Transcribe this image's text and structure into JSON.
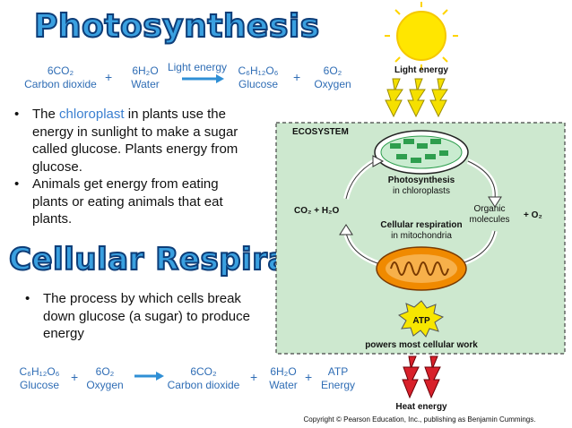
{
  "titles": {
    "photosynthesis": "Photosynthesis",
    "cellular_respiration": "Cellular Respiration"
  },
  "photo_equation": {
    "items": [
      {
        "formula": "6CO₂",
        "name": "Carbon dioxide"
      },
      {
        "formula": "6H₂O",
        "name": "Water"
      },
      {
        "formula": "C₆H₁₂O₆",
        "name": "Glucose"
      },
      {
        "formula": "6O₂",
        "name": "Oxygen"
      }
    ],
    "arrow_label": "Light energy",
    "plus": "+"
  },
  "photo_bullets": {
    "b1_pre": "The ",
    "b1_hl": "chloroplast",
    "b1_post": " in plants use the energy in sunlight to make a sugar called glucose. Plants energy from glucose.",
    "b2": "Animals get energy  from eating plants or eating animals that eat plants.",
    "bullet": "•"
  },
  "resp_bullets": {
    "b1": "The process by which cells break down glucose (a sugar) to produce energy"
  },
  "resp_equation": {
    "items": [
      {
        "formula": "C₆H₁₂O₆",
        "name": "Glucose"
      },
      {
        "formula": "6O₂",
        "name": "Oxygen"
      },
      {
        "formula": "6CO₂",
        "name": "Carbon dioxide"
      },
      {
        "formula": "6H₂O",
        "name": "Water"
      },
      {
        "formula": "ATP",
        "name": "Energy"
      }
    ],
    "plus": "+"
  },
  "diagram": {
    "light_energy": "Light energy",
    "ecosystem": "ECOSYSTEM",
    "photosynthesis": "Photosynthesis",
    "in_chloroplasts": "in chloroplasts",
    "co2_h2o": "CO₂ + H₂O",
    "organic": "Organic",
    "molecules": "molecules",
    "plus_o2": "+ O₂",
    "cellular_respiration": "Cellular respiration",
    "in_mitochondria": "in mitochondria",
    "atp": "ATP",
    "powers": "powers most cellular work",
    "heat_energy": "Heat energy",
    "copyright": "Copyright © Pearson Education, Inc., publishing as Benjamin Cummings.",
    "colors": {
      "ecosystem_bg": "#cde8cf",
      "sun": "#ffe600",
      "arrow_yellow": "#f5e000",
      "arrow_red": "#d8202a",
      "mito": "#f08a00",
      "chloro": "#2e9e4e"
    }
  }
}
